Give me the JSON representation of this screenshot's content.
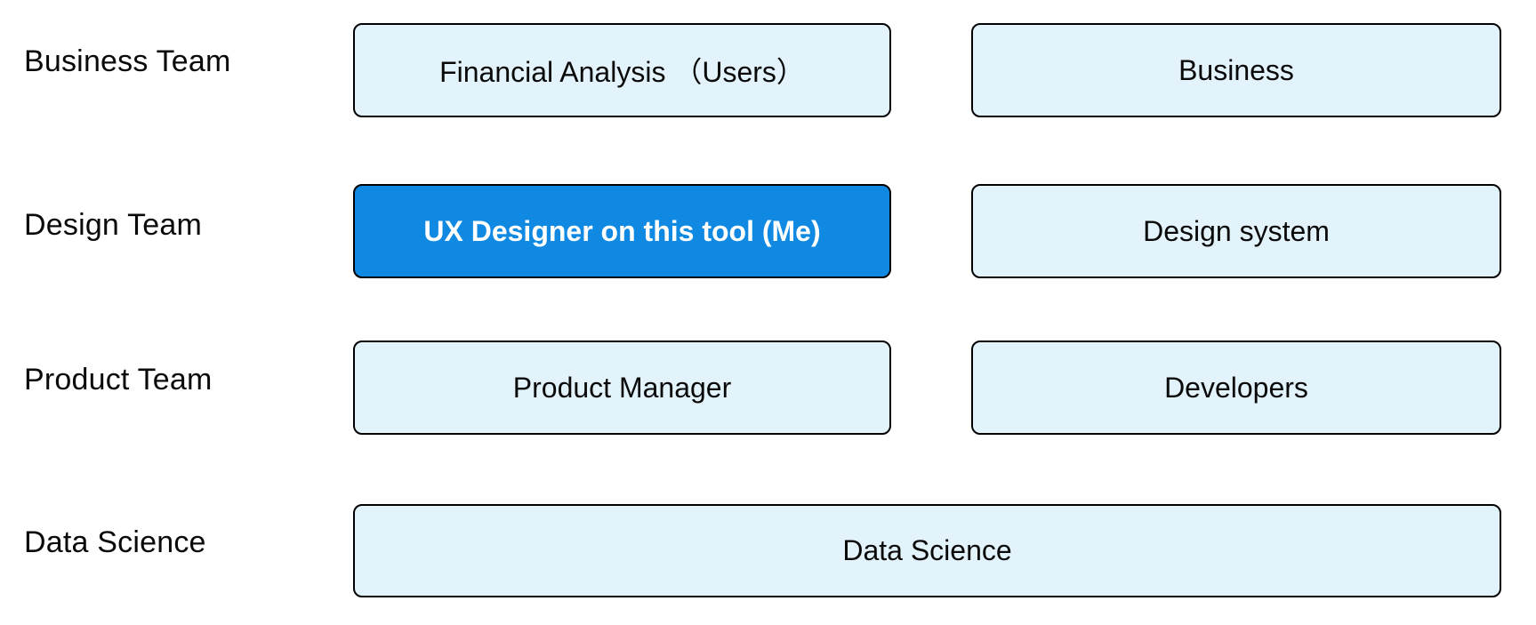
{
  "colors": {
    "page_background": "#ffffff",
    "box_fill": "#e3f3fc",
    "box_border": "#000000",
    "box_text": "#0a0a0a",
    "label_text": "#0a0a0a",
    "highlight_fill": "#1089e3",
    "highlight_text": "#ffffff"
  },
  "rows": [
    {
      "label": "Business Team",
      "boxes": [
        {
          "text": "Financial Analysis （Users）",
          "highlight": false
        },
        {
          "text": "Business",
          "highlight": false
        }
      ]
    },
    {
      "label": "Design Team",
      "boxes": [
        {
          "text": "UX Designer on this tool (Me)",
          "highlight": true
        },
        {
          "text": "Design system",
          "highlight": false
        }
      ]
    },
    {
      "label": "Product Team",
      "boxes": [
        {
          "text": "Product Manager",
          "highlight": false
        },
        {
          "text": "Developers",
          "highlight": false
        }
      ]
    },
    {
      "label": "Data Science",
      "boxes": [
        {
          "text": "Data Science",
          "highlight": false,
          "full_width": true
        }
      ]
    }
  ]
}
